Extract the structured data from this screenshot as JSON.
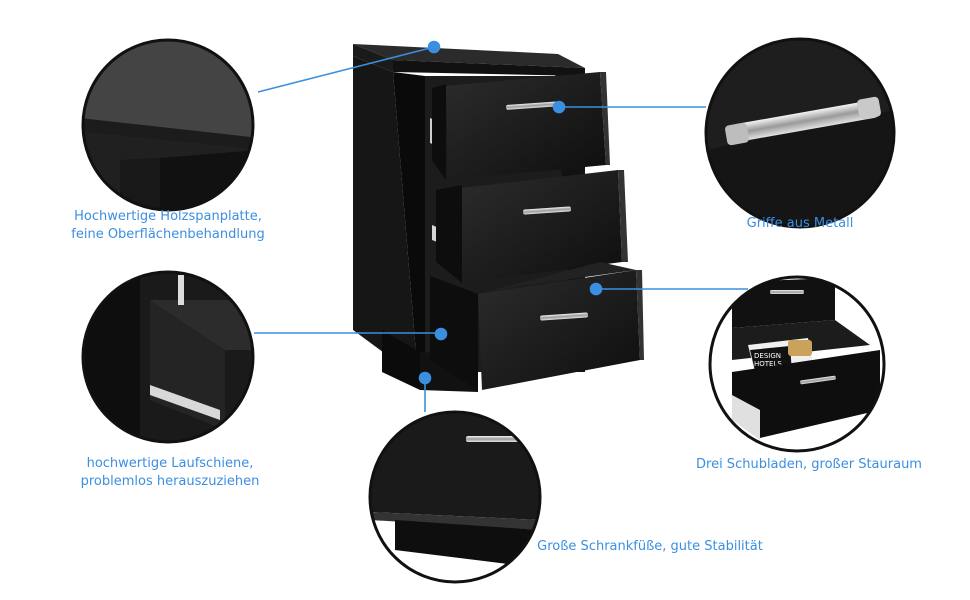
{
  "accent_color": "#3b8fe0",
  "features": {
    "tabletop": {
      "line1": "Hochwertige Holzspanplatte,",
      "line2": "feine Oberflächenbehandlung"
    },
    "handles": {
      "text": "Griffe aus Metall"
    },
    "rails": {
      "line1": "hochwertige Laufschiene,",
      "line2": "problemlos herauszuziehen"
    },
    "drawers": {
      "text": "Drei Schubladen, großer Stauraum"
    },
    "feet": {
      "text": "Große Schrankfüße, gute Stabilität"
    }
  },
  "detail_photo": {
    "book_text": "DESIGN HOTELS BOOK"
  }
}
